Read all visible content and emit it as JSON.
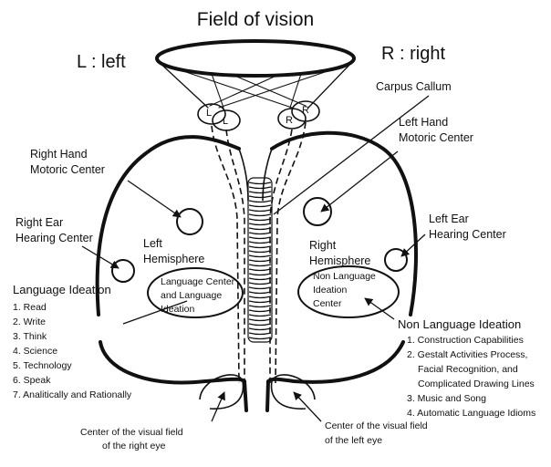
{
  "title": "Field of vision",
  "sides": {
    "left": "L : left",
    "right": "R : right"
  },
  "eye_letters": {
    "l1": "L",
    "l2": "L",
    "r1": "R",
    "r2": "R"
  },
  "labels": {
    "carpus_callum": "Carpus Callum",
    "left_hand_motoric": [
      "Left Hand",
      "Motoric Center"
    ],
    "right_hand_motoric": [
      "Right Hand",
      "Motoric Center"
    ],
    "right_ear_hearing": [
      "Right Ear",
      "Hearing Center"
    ],
    "left_ear_hearing": [
      "Left Ear",
      "Hearing Center"
    ],
    "left_hemisphere": [
      "Left",
      "Hemisphere"
    ],
    "right_hemisphere": [
      "Right",
      "Hemisphere"
    ],
    "language_center": [
      "Language Center",
      "and Language",
      "Ideation"
    ],
    "non_language_center": [
      "Non Language",
      "Ideation",
      "Center"
    ],
    "visual_right_eye": [
      "Center of the visual field",
      "of the right eye"
    ],
    "visual_left_eye": [
      "Center of the visual field",
      "of the left eye"
    ]
  },
  "language_ideation": {
    "heading": "Language Ideation",
    "items": [
      "1. Read",
      "2. Write",
      "3. Think",
      "4. Science",
      "5. Technology",
      "6. Speak",
      "7. Analitically and Rationally"
    ]
  },
  "non_language_ideation": {
    "heading": "Non Language Ideation",
    "items": [
      "1. Construction Capabilities",
      "2. Gestalt Activities Process,",
      "Facial Recognition, and",
      "Complicated Drawing Lines",
      "3. Music and Song",
      "4. Automatic Language Idioms"
    ]
  }
}
